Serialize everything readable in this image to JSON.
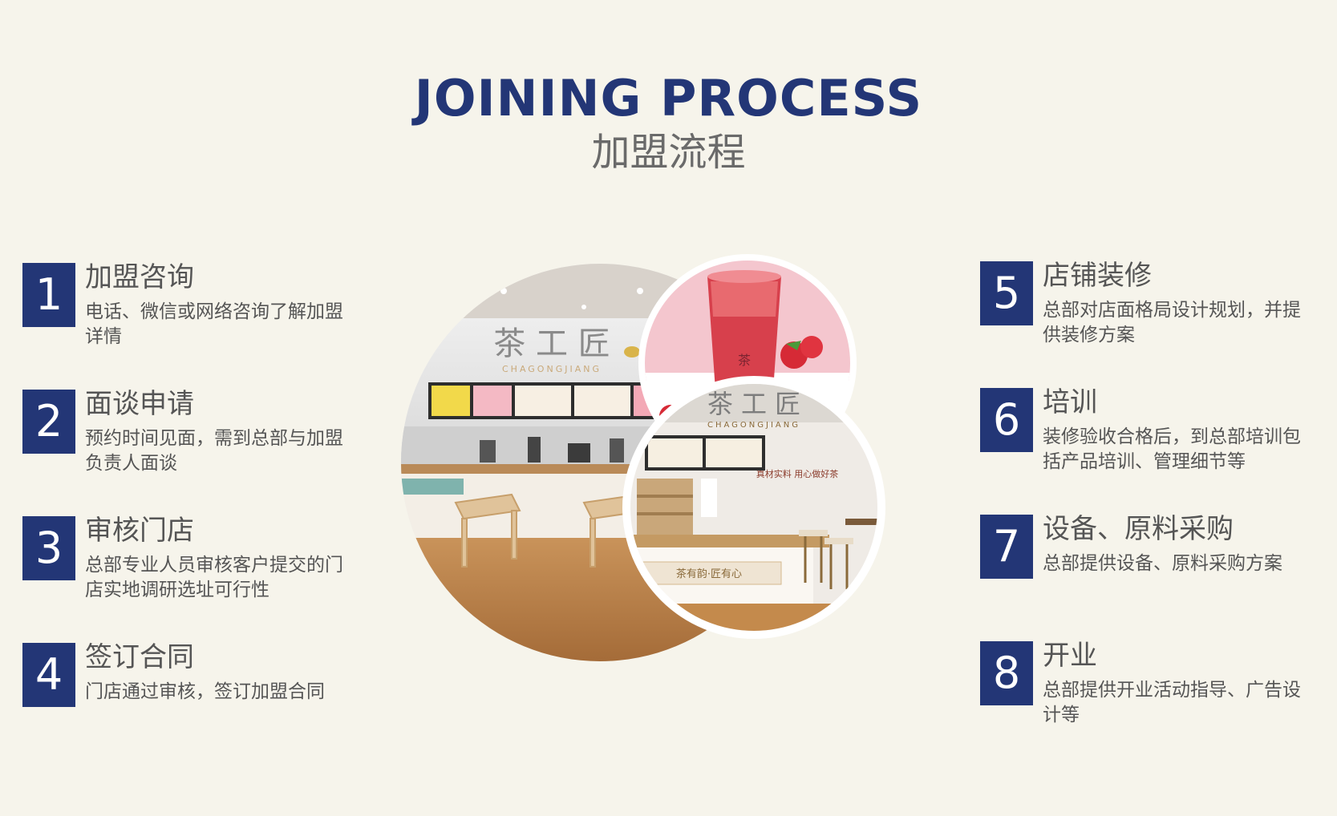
{
  "colors": {
    "navy": "#233676",
    "text": "#555555",
    "background": "#f6f4eb"
  },
  "header": {
    "title_en": "JOINING PROCESS",
    "title_cn": "加盟流程"
  },
  "steps": [
    {
      "number": "1",
      "title": "加盟咨询",
      "desc": "电话、微信或网络咨询了解加盟详情"
    },
    {
      "number": "2",
      "title": "面谈申请",
      "desc": "预约时间见面，需到总部与加盟负责人面谈"
    },
    {
      "number": "3",
      "title": "审核门店",
      "desc": "总部专业人员审核客户提交的门店实地调研选址可行性"
    },
    {
      "number": "4",
      "title": "签订合同",
      "desc": "门店通过审核，签订加盟合同"
    },
    {
      "number": "5",
      "title": "店铺装修",
      "desc": "总部对店面格局设计规划，并提供装修方案"
    },
    {
      "number": "6",
      "title": "培训",
      "desc": "装修验收合格后，到总部培训包括产品培训、管理细节等"
    },
    {
      "number": "7",
      "title": "设备、原料采购",
      "desc": "总部提供设备、原料采购方案"
    },
    {
      "number": "8",
      "title": "开业",
      "desc": "总部提供开业活动指导、广告设计等"
    }
  ],
  "photos": {
    "store_sign_chinese": "茶 工 匠",
    "store_sign_pinyin": "CHAGONGJIANG",
    "counter_slogan": "茶有韵·匠有心",
    "wall_slogan": "真材实料  用心做好茶"
  }
}
